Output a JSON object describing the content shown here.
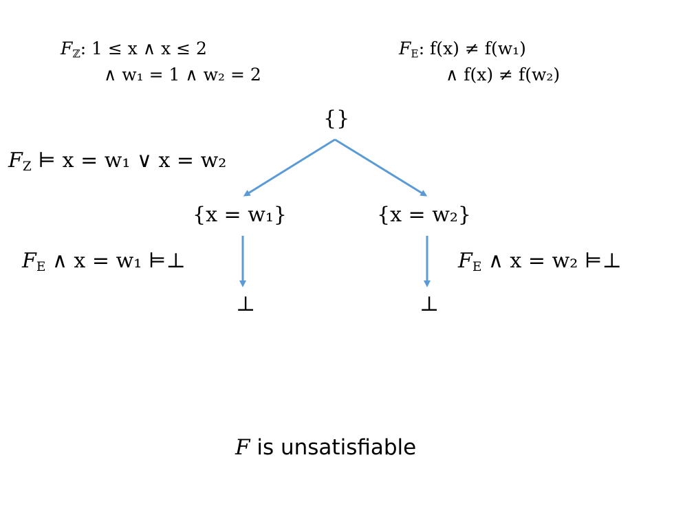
{
  "theory_defs": {
    "fz": {
      "name": "F",
      "sub": "ℤ",
      "line1": ": 1 ≤ x ∧ x ≤ 2",
      "line2": "∧ w₁ = 1 ∧ w₂ = 2"
    },
    "fe": {
      "name": "F",
      "sub": "E",
      "line1": ": f(x) ≠ f(w₁)",
      "line2": "∧ f(x) ≠ f(w₂)"
    }
  },
  "tree": {
    "root": "{}",
    "left_node": "{x = w₁}",
    "right_node": "{x = w₂}",
    "left_leaf": "⊥",
    "right_leaf": "⊥"
  },
  "entailments": {
    "split": {
      "name": "F",
      "sub": "Z",
      "rest": " ⊨ x = w₁ ∨ x = w₂"
    },
    "left": {
      "name": "F",
      "sub": "E",
      "rest": " ∧ x = w₁ ⊨⊥"
    },
    "right": {
      "name": "F",
      "sub": "E",
      "rest": " ∧ x = w₂ ⊨⊥"
    }
  },
  "conclusion": {
    "var": "F",
    "text": " is unsatisfiable"
  },
  "colors": {
    "edge": "#5b9bd5",
    "text": "#000000"
  }
}
